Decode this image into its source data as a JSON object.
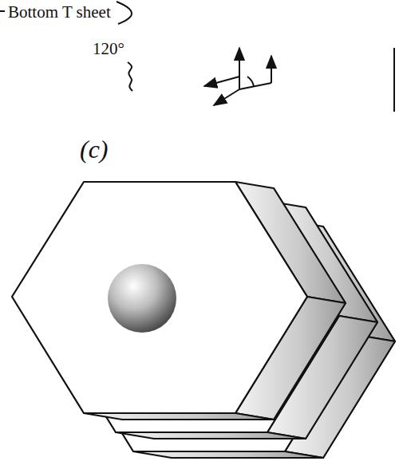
{
  "diagram": {
    "labels": [
      "Bottom T sheet",
      "120°",
      "(c)"
    ]
  }
}
